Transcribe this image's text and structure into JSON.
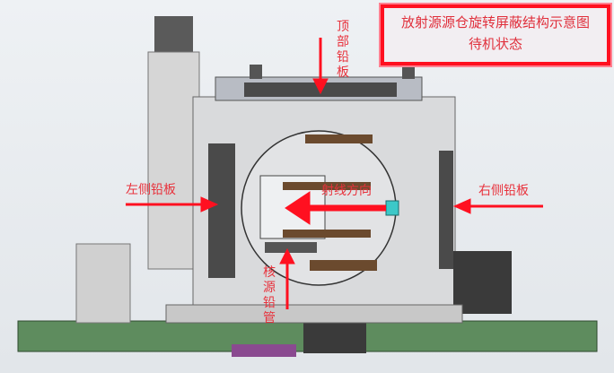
{
  "title": {
    "line1": "放射源源仓旋转屏蔽结构示意图",
    "line2": "待机状态"
  },
  "labels": {
    "top_plate": "顶部铅板",
    "left_plate": "左侧铅板",
    "right_plate": "右侧铅板",
    "ray_direction": "射线方向",
    "source_tube": "核源铅管"
  },
  "colors": {
    "annotation": "#ff1020",
    "base_plate": "#5e8c5e",
    "bolt": "#6b4a2e"
  }
}
